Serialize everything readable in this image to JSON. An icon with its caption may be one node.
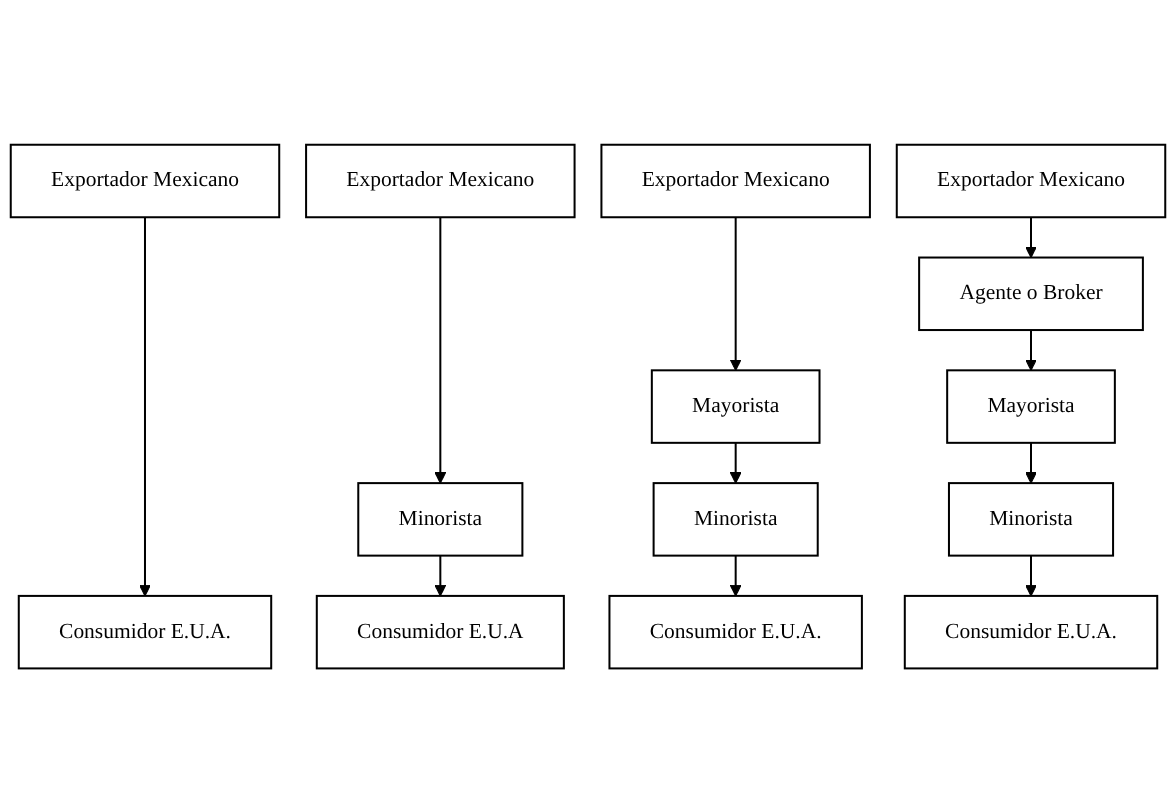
{
  "diagram": {
    "nodes": [
      {
        "text": [
          "Exportador Mexicano"
        ]
      },
      {
        "text": [
          "Consumidor E.U.A."
        ]
      },
      {
        "text": [
          "Exportador Mexicano"
        ]
      },
      {
        "text": [
          "Minorista"
        ]
      },
      {
        "text": [
          "Consumidor E.U.A"
        ]
      },
      {
        "text": [
          "Exportador Mexicano"
        ]
      },
      {
        "text": [
          "Mayorista"
        ]
      },
      {
        "text": [
          "Minorista"
        ]
      },
      {
        "text": [
          "Consumidor E.U.A."
        ]
      },
      {
        "text": [
          "Exportador Mexicano"
        ]
      },
      {
        "text": [
          "Agente o Broker"
        ]
      },
      {
        "text": [
          "Mayorista"
        ]
      },
      {
        "text": [
          "Minorista"
        ]
      },
      {
        "text": [
          "Consumidor E.U.A."
        ]
      }
    ],
    "edges": [
      {
        "from": 0,
        "to": 1,
        "arrow": "to"
      },
      {
        "from": 2,
        "to": 3,
        "arrow": "to"
      },
      {
        "from": 3,
        "to": 4,
        "arrow": "to"
      },
      {
        "from": 5,
        "to": 6,
        "arrow": "to"
      },
      {
        "from": 6,
        "to": 7,
        "arrow": "to"
      },
      {
        "from": 7,
        "to": 8,
        "arrow": "to"
      },
      {
        "from": 9,
        "to": 10,
        "arrow": "to"
      },
      {
        "from": 10,
        "to": 11,
        "arrow": "to"
      },
      {
        "from": 11,
        "to": 12,
        "arrow": "to"
      },
      {
        "from": 12,
        "to": 13,
        "arrow": "to"
      }
    ]
  }
}
